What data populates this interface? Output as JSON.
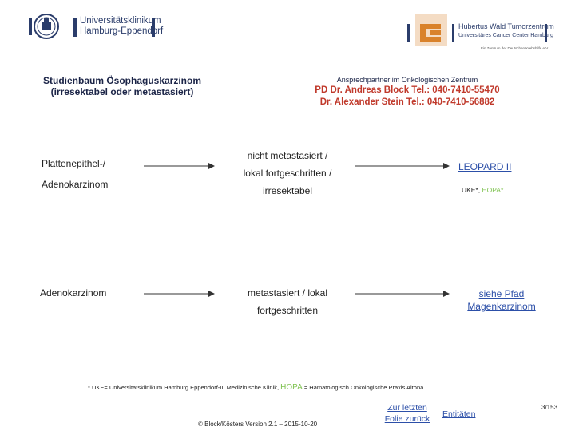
{
  "header": {
    "left_logo": {
      "line1": "Universitätsklinikum",
      "line2": "Hamburg-Eppendorf"
    },
    "right_logo": {
      "line1": "Hubertus Wald Tumorzentrum",
      "line2": "Universitäres Cancer Center Hamburg",
      "small": "Ein Zentrum der Deutschen Krebshilfe e.V."
    }
  },
  "title": {
    "study": "Studienbaum Ösophaguskarzinom (irresektabel oder metastasiert)",
    "contact_label": "Ansprechpartner im Onkologischen Zentrum",
    "contact_1": "PD Dr. Andreas Block Tel.: 040-7410-55470",
    "contact_2": "Dr. Alexander Stein Tel.: 040-7410-56882"
  },
  "row1": {
    "left_1": "Plattenepithel-/",
    "left_2": "Adenokarzinom",
    "mid_1": "nicht metastasiert /",
    "mid_2": "lokal fortgeschritten /",
    "mid_3": "irresektabel",
    "study_link": "LEOPARD II",
    "sites_uke": "UKE*, ",
    "sites_hopa": "HOPA*"
  },
  "row2": {
    "left": "Adenokarzinom",
    "mid_1": "metastasiert / lokal",
    "mid_2": "fortgeschritten",
    "link_1": "siehe Pfad",
    "link_2": "Magenkarzinom"
  },
  "footnote": {
    "part1": "* UKE= Universitätsklinikum Hamburg Eppendorf-II. Medizinische Klinik, ",
    "hopa": "HOPA",
    "part2": " = Hämatologisch Onkologische Praxis Altona"
  },
  "footer": {
    "copyright": "© Block/Kösters Version 2.1 – 2015-10-20",
    "back_1": "Zur letzten",
    "back_2": "Folie zurück",
    "entities": "Entitäten",
    "page": "3/153"
  },
  "colors": {
    "navy": "#2b3d6b",
    "red": "#c0392b",
    "link": "#2c4fa8",
    "green": "#7ec24f",
    "orange": "#d9822b"
  }
}
